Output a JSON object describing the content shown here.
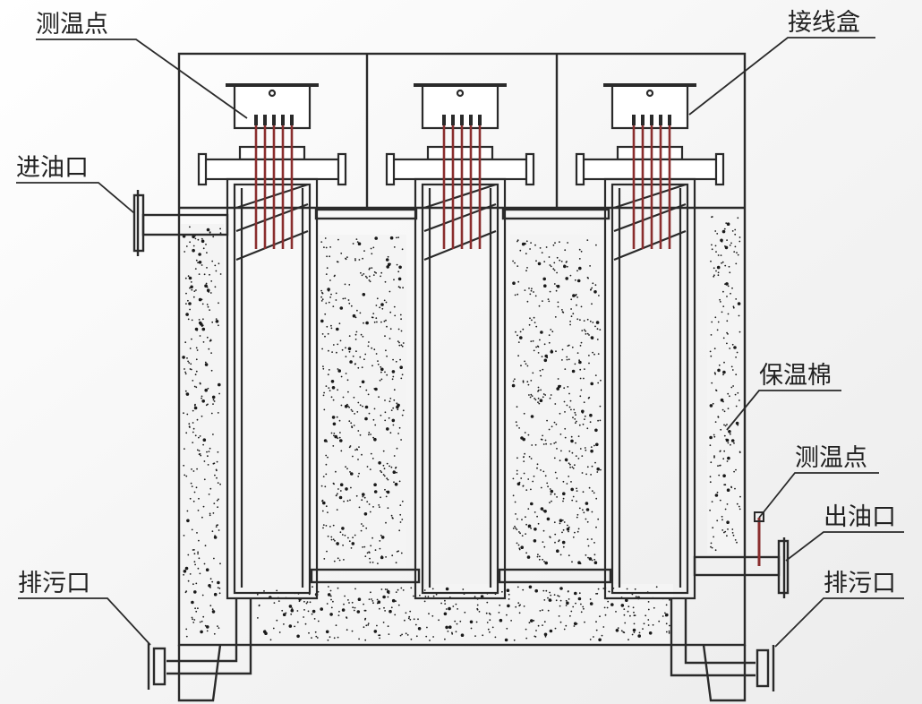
{
  "labels": {
    "temp_point_top": "测温点",
    "junction_box": "接线盒",
    "oil_inlet": "进油口",
    "insulation": "保温棉",
    "temp_point_right": "测温点",
    "oil_outlet": "出油口",
    "drain_left": "排污口",
    "drain_right": "排污口"
  },
  "colors": {
    "line": "#2a2a2a",
    "heater_wire": "#8a2e2e",
    "insulation_fill": "#f4f4f4",
    "speckle": "#1a1a1a",
    "background": "#ffffff"
  },
  "heater_count": 3
}
